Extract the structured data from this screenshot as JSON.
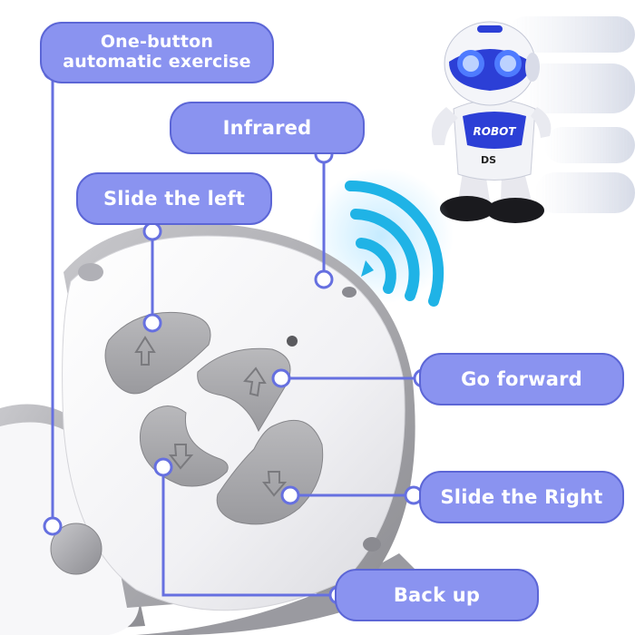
{
  "colors": {
    "callout_fill": "#8a93f0",
    "callout_border": "#5c66d6",
    "callout_text": "#ffffff",
    "remote_body": "#f4f4f6",
    "remote_button": "#a9a9ab",
    "robot_accent": "#2c3fd6",
    "signal": "#1fb3e6"
  },
  "robot": {
    "chest_label": "ROBOT",
    "model_label": "DS"
  },
  "callouts": {
    "one_button": "One-button\nautomatic exercise",
    "infrared": "Infrared",
    "slide_left": "Slide the left",
    "go_forward": "Go forward",
    "slide_right": "Slide the Right",
    "back_up": "Back up"
  },
  "icons": {
    "infrared_waves": "wifi-signal-icon",
    "arrow_up": "arrow-up-icon",
    "arrow_down": "arrow-down-icon"
  }
}
